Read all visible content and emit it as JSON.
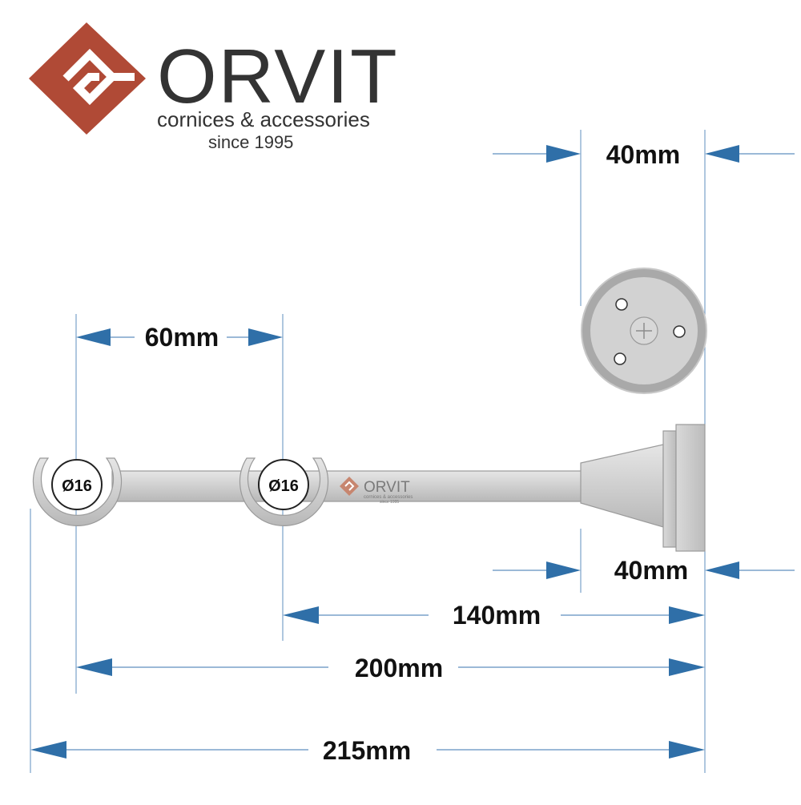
{
  "brand": {
    "name": "ORVIT",
    "tagline": "cornices & accessories",
    "since": "since 1995",
    "color": "#b04a36"
  },
  "dimensions": {
    "top_width": "40mm",
    "rod_spacing": "60mm",
    "rod_diameter_1": "Ø16",
    "rod_diameter_2": "Ø16",
    "plate_width": "40mm",
    "second_rod_to_wall": "140mm",
    "first_rod_to_wall": "200mm",
    "total_length": "215mm"
  },
  "colors": {
    "arrow": "#2f6fa8",
    "guide_line": "#5f8fbf",
    "metal": "#cfcfcf",
    "metal_edge": "#8c8c8c"
  }
}
